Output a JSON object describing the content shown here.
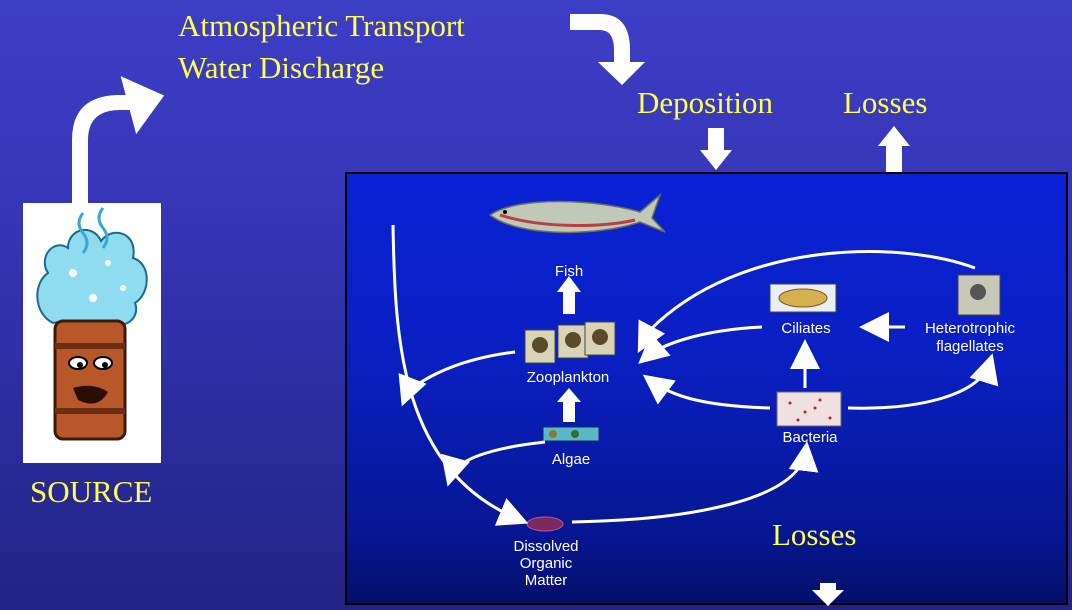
{
  "labels": {
    "transport_line1": "Atmospheric Transport",
    "transport_line2": "Water Discharge",
    "deposition": "Deposition",
    "losses_top": "Losses",
    "losses_bottom": "Losses",
    "source": "SOURCE"
  },
  "foodweb": {
    "fish": "Fish",
    "zooplankton": "Zooplankton",
    "algae": "Algae",
    "ciliates": "Ciliates",
    "heterotrophic_line1": "Heterotrophic",
    "heterotrophic_line2": "flagellates",
    "bacteria": "Bacteria",
    "dom_line1": "Dissolved",
    "dom_line2": "Organic",
    "dom_line3": "Matter"
  },
  "colors": {
    "background": "#3434b4",
    "label_text": "#ffff4d",
    "panel": "#0a1fc0",
    "arrows": "#ffffff"
  },
  "icons": [
    "source-barrel-icon",
    "fish-icon",
    "zooplankton-icon",
    "algae-icon",
    "ciliates-icon",
    "flagellate-icon",
    "bacteria-icon",
    "dom-icon"
  ]
}
